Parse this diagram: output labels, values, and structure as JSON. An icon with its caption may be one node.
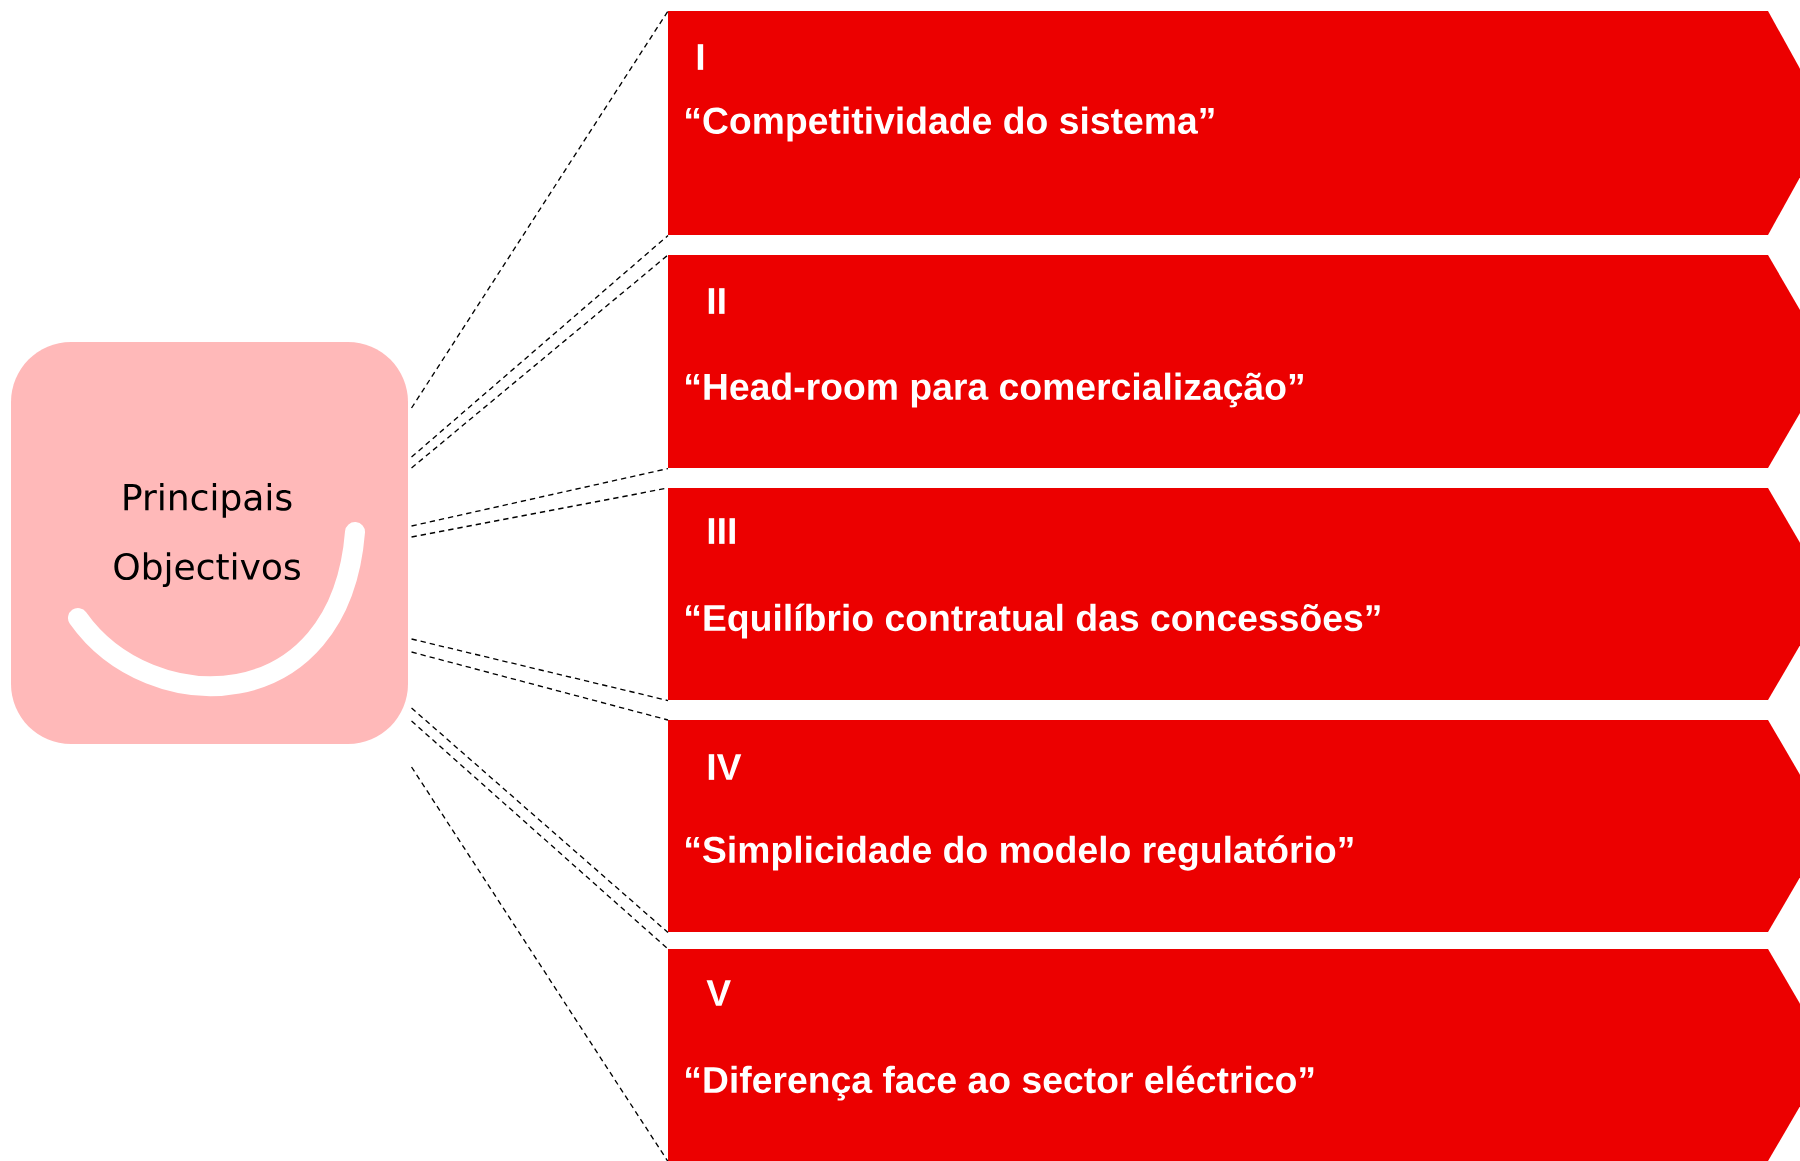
{
  "diagram": {
    "nodes": [
      {
        "text": [
          "Principais Objectivos"
        ]
      },
      {
        "text": [
          "I",
          "“Competitividade do sistema”"
        ]
      },
      {
        "text": [
          "II",
          "“Head-room para comercialização”"
        ]
      },
      {
        "text": [
          "III",
          "“Equilíbrio contratual das concessões”"
        ]
      },
      {
        "text": [
          "IV",
          "“Simplicidade do modelo regulatório”"
        ]
      },
      {
        "text": [
          "V",
          "“Diferença face ao sector eléctrico”"
        ]
      }
    ],
    "edges": [
      {
        "from": 0,
        "to": 1,
        "arrow": "none",
        "style": "dashed"
      },
      {
        "from": 0,
        "to": 1,
        "arrow": "none",
        "style": "dashed"
      },
      {
        "from": 0,
        "to": 2,
        "arrow": "none",
        "style": "dashed"
      },
      {
        "from": 0,
        "to": 2,
        "arrow": "none",
        "style": "dashed"
      },
      {
        "from": 0,
        "to": 3,
        "arrow": "none",
        "style": "dashed"
      },
      {
        "from": 0,
        "to": 3,
        "arrow": "none",
        "style": "dashed"
      },
      {
        "from": 0,
        "to": 4,
        "arrow": "none",
        "style": "dashed"
      },
      {
        "from": 0,
        "to": 4,
        "arrow": "none",
        "style": "dashed"
      },
      {
        "from": 0,
        "to": 5,
        "arrow": "none",
        "style": "dashed"
      },
      {
        "from": 0,
        "to": 5,
        "arrow": "none",
        "style": "dashed"
      }
    ]
  }
}
